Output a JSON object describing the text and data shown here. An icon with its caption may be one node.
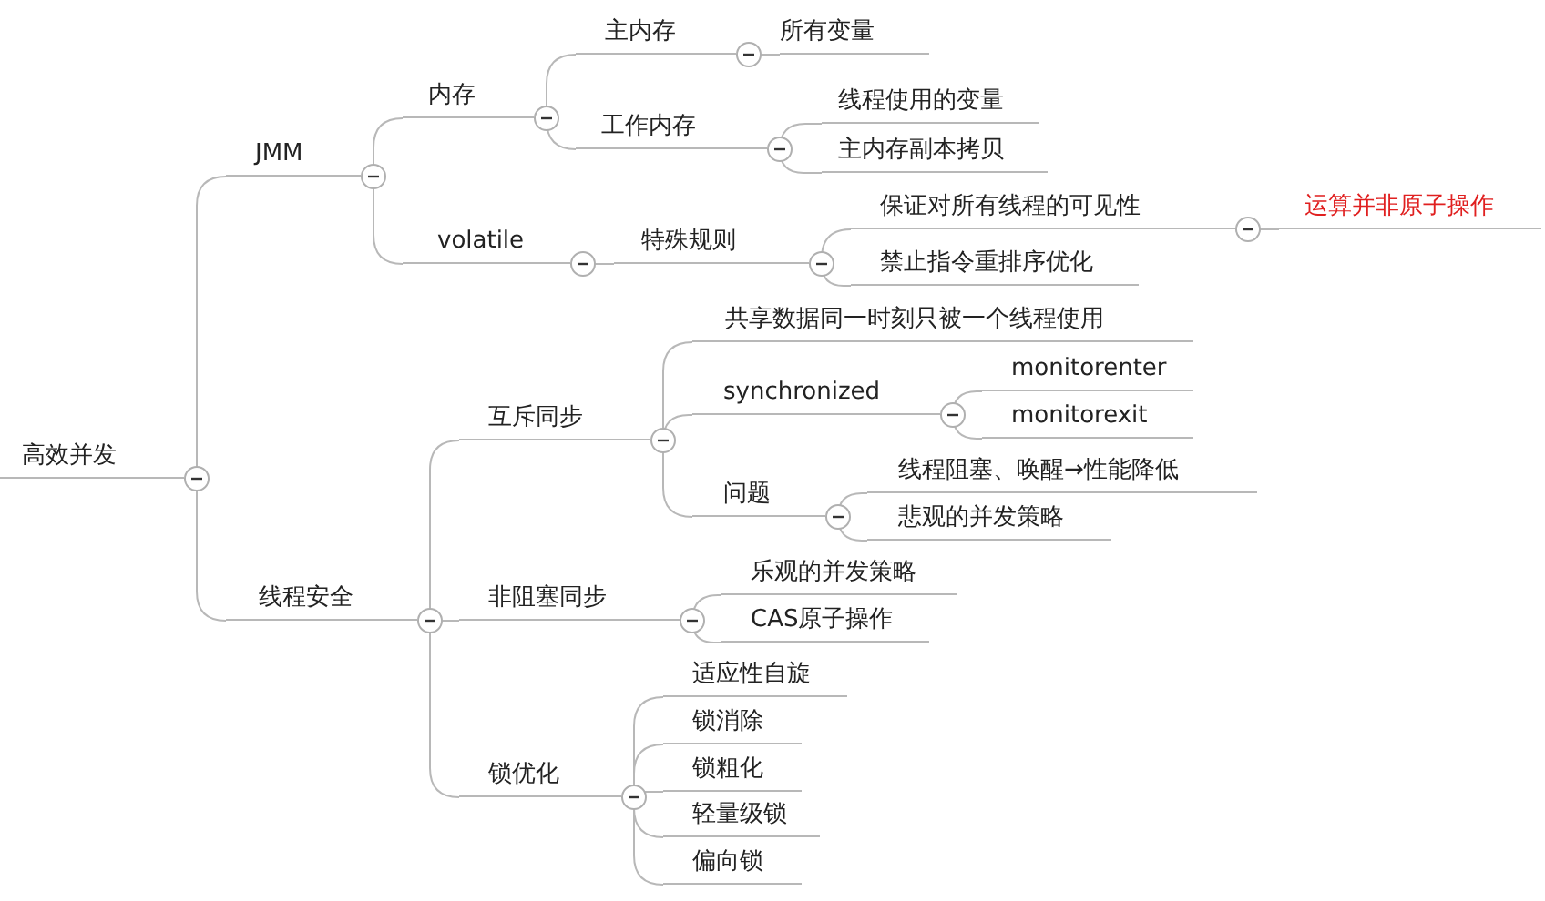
{
  "diagram": {
    "nodes": [
      {
        "text": [
          "高效并发"
        ]
      },
      {
        "text": [
          "JMM"
        ]
      },
      {
        "text": [
          "内存"
        ]
      },
      {
        "text": [
          "主内存"
        ]
      },
      {
        "text": [
          "所有变量"
        ]
      },
      {
        "text": [
          "工作内存"
        ]
      },
      {
        "text": [
          "线程使用的变量"
        ]
      },
      {
        "text": [
          "主内存副本拷贝"
        ]
      },
      {
        "text": [
          "volatile"
        ]
      },
      {
        "text": [
          "特殊规则"
        ]
      },
      {
        "text": [
          "保证对所有线程的可见性"
        ]
      },
      {
        "text": [
          "运算并非原子操作"
        ]
      },
      {
        "text": [
          "禁止指令重排序优化"
        ]
      },
      {
        "text": [
          "线程安全"
        ]
      },
      {
        "text": [
          "互斥同步"
        ]
      },
      {
        "text": [
          "共享数据同一时刻只被一个线程使用"
        ]
      },
      {
        "text": [
          "synchronized"
        ]
      },
      {
        "text": [
          "monitorenter"
        ]
      },
      {
        "text": [
          "monitorexit"
        ]
      },
      {
        "text": [
          "问题"
        ]
      },
      {
        "text": [
          "线程阻塞、唤醒→性能降低"
        ]
      },
      {
        "text": [
          "悲观的并发策略"
        ]
      },
      {
        "text": [
          "非阻塞同步"
        ]
      },
      {
        "text": [
          "乐观的并发策略"
        ]
      },
      {
        "text": [
          "CAS原子操作"
        ]
      },
      {
        "text": [
          "锁优化"
        ]
      },
      {
        "text": [
          "适应性自旋"
        ]
      },
      {
        "text": [
          "锁消除"
        ]
      },
      {
        "text": [
          "锁粗化"
        ]
      },
      {
        "text": [
          "轻量级锁"
        ]
      },
      {
        "text": [
          "偏向锁"
        ]
      }
    ],
    "edges": [
      {
        "from": 0,
        "to": 1,
        "arrow": "none"
      },
      {
        "from": 0,
        "to": 13,
        "arrow": "none"
      },
      {
        "from": 1,
        "to": 2,
        "arrow": "none"
      },
      {
        "from": 1,
        "to": 8,
        "arrow": "none"
      },
      {
        "from": 2,
        "to": 3,
        "arrow": "none"
      },
      {
        "from": 2,
        "to": 5,
        "arrow": "none"
      },
      {
        "from": 3,
        "to": 4,
        "arrow": "none"
      },
      {
        "from": 5,
        "to": 6,
        "arrow": "none"
      },
      {
        "from": 5,
        "to": 7,
        "arrow": "none"
      },
      {
        "from": 8,
        "to": 9,
        "arrow": "none"
      },
      {
        "from": 9,
        "to": 10,
        "arrow": "none"
      },
      {
        "from": 9,
        "to": 12,
        "arrow": "none"
      },
      {
        "from": 10,
        "to": 11,
        "arrow": "none"
      },
      {
        "from": 13,
        "to": 14,
        "arrow": "none"
      },
      {
        "from": 13,
        "to": 22,
        "arrow": "none"
      },
      {
        "from": 13,
        "to": 25,
        "arrow": "none"
      },
      {
        "from": 14,
        "to": 15,
        "arrow": "none"
      },
      {
        "from": 14,
        "to": 16,
        "arrow": "none"
      },
      {
        "from": 14,
        "to": 19,
        "arrow": "none"
      },
      {
        "from": 16,
        "to": 17,
        "arrow": "none"
      },
      {
        "from": 16,
        "to": 18,
        "arrow": "none"
      },
      {
        "from": 19,
        "to": 20,
        "arrow": "none"
      },
      {
        "from": 19,
        "to": 21,
        "arrow": "none"
      },
      {
        "from": 22,
        "to": 23,
        "arrow": "none"
      },
      {
        "from": 22,
        "to": 24,
        "arrow": "none"
      },
      {
        "from": 25,
        "to": 26,
        "arrow": "none"
      },
      {
        "from": 25,
        "to": 27,
        "arrow": "none"
      },
      {
        "from": 25,
        "to": 28,
        "arrow": "none"
      },
      {
        "from": 25,
        "to": 29,
        "arrow": "none"
      },
      {
        "from": 25,
        "to": 30,
        "arrow": "none"
      }
    ]
  }
}
